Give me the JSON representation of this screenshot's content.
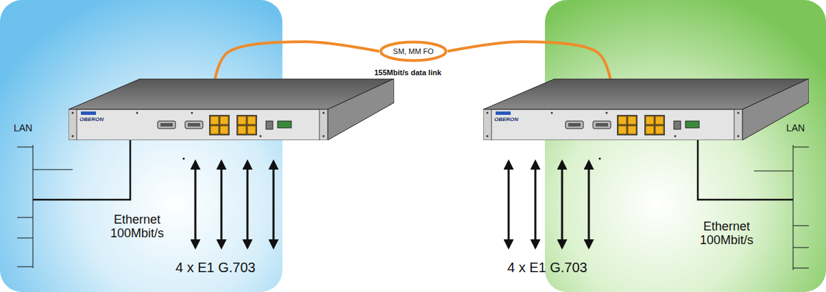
{
  "diagram": {
    "nodes": [
      {
        "text": [
          "OBERON"
        ]
      },
      {
        "text": [
          "SM, MM FO"
        ]
      },
      {
        "text": [
          "OBERON"
        ]
      }
    ],
    "edges": [
      {
        "from": 0,
        "to": 1,
        "arrow": "none"
      },
      {
        "from": 1,
        "to": 2,
        "arrow": "none"
      }
    ],
    "labels": [
      "LAN",
      "Ethernet 100Mbit/s",
      "4 x E1 G.703",
      "155Mbit/s data link",
      "4 x E1 G.703",
      "Ethernet 100Mbit/s",
      "LAN"
    ]
  }
}
